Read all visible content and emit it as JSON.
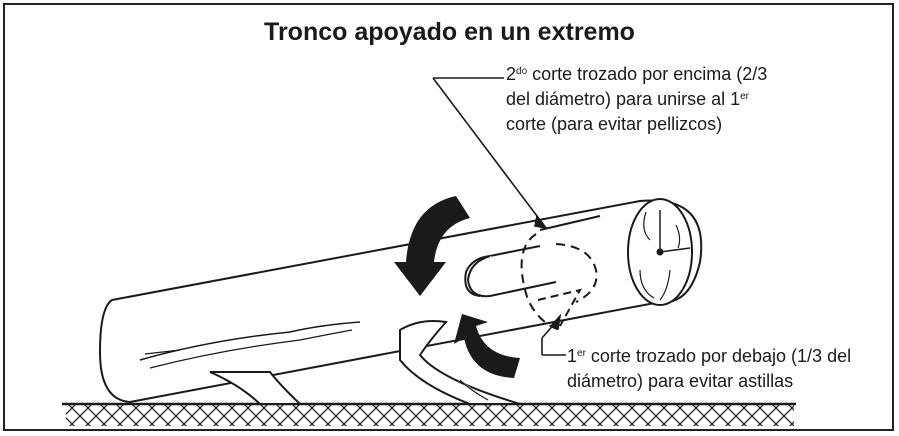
{
  "title": "Tronco apoyado en un extremo",
  "callouts": {
    "second_cut": {
      "num": "2",
      "sup": "do",
      "line1_rest": " corte trozado por encima (2/3",
      "line2": "del diámetro) para unirse al 1",
      "line2_sup": "er",
      "line3": "corte (para evitar pellizcos)"
    },
    "first_cut": {
      "num": "1",
      "sup": "er",
      "line1_rest": " corte trozado por debajo (1/3 del",
      "line2": "diámetro) para evitar astillas"
    }
  },
  "colors": {
    "ink": "#1a1a1a",
    "background": "#ffffff"
  },
  "icons": [
    "curved-arrow-down-icon",
    "curved-arrow-up-icon"
  ]
}
